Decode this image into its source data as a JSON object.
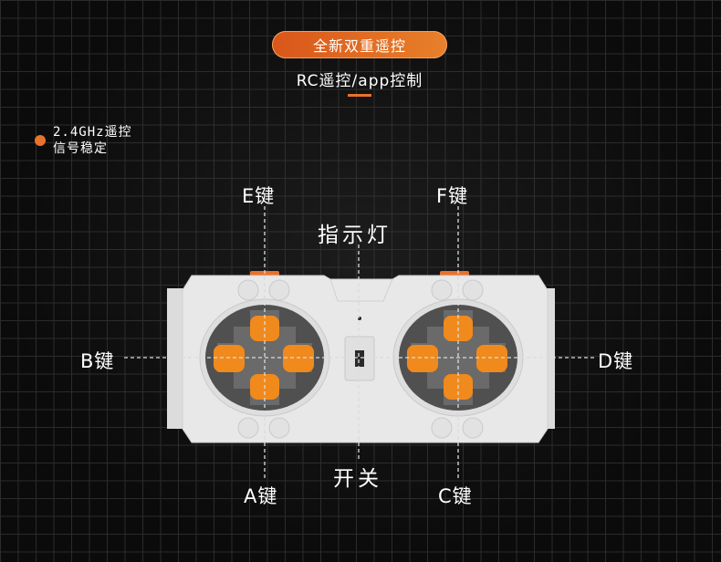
{
  "header": {
    "badge": "全新双重遥控",
    "subtitle": "RC遥控/app控制"
  },
  "feature_note": {
    "line1": "2.4GHz遥控",
    "line2": "信号稳定"
  },
  "labels": {
    "e_key": "E键",
    "f_key": "F键",
    "indicator": "指示灯",
    "b_key": "B键",
    "d_key": "D键",
    "switch": "开关",
    "a_key": "A键",
    "c_key": "C键"
  },
  "colors": {
    "accent": "#e8722a",
    "button_orange": "#f08a1c",
    "body": "#e6e6e6",
    "pad": "#555555"
  }
}
